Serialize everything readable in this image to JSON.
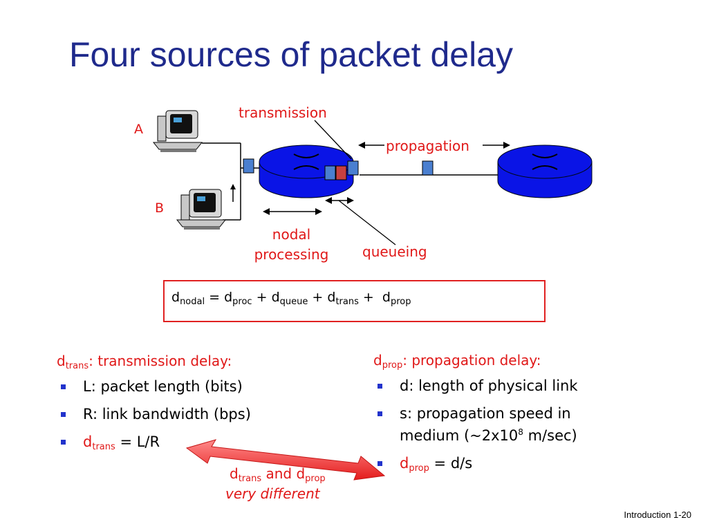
{
  "slide": {
    "title": "Four sources of packet delay",
    "footer": "Introduction 1-20"
  },
  "diagram": {
    "host_a": "A",
    "host_b": "B",
    "transmission": "transmission",
    "propagation": "propagation",
    "nodal": "nodal",
    "processing": "processing",
    "queueing": "queueing"
  },
  "formula": {
    "d": "d",
    "nodal": "nodal",
    "proc": "proc",
    "queue": "queue",
    "trans": "trans",
    "prop": "prop",
    "eq": " = ",
    "plus": " + "
  },
  "left": {
    "head_d": "d",
    "head_sub": "trans",
    "head_text": ": transmission delay:",
    "items": [
      "L: packet length (bits)",
      "R: link bandwidth (bps)"
    ],
    "item3_d": "d",
    "item3_sub": "trans",
    "item3_rest": " = L/R"
  },
  "right": {
    "head_d": "d",
    "head_sub": "prop",
    "head_text": ": propagation delay:",
    "item1": "d: length of physical link",
    "item2a": "s: propagation speed in",
    "item2b": "medium (~2x10",
    "item2_sup": "8",
    "item2c": " m/sec)",
    "item3_d": "d",
    "item3_sub": "prop",
    "item3_rest": " = d/s"
  },
  "callout": {
    "d1": "d",
    "sub1": "trans",
    "and": " and d",
    "sub2": "prop",
    "line2": "very different"
  },
  "colors": {
    "title": "#1f2a8c",
    "accent_red": "#e01818",
    "router_blue": "#0a14e6",
    "packet_blue": "#4a7fd0",
    "bullet_blue": "#2233cc"
  }
}
